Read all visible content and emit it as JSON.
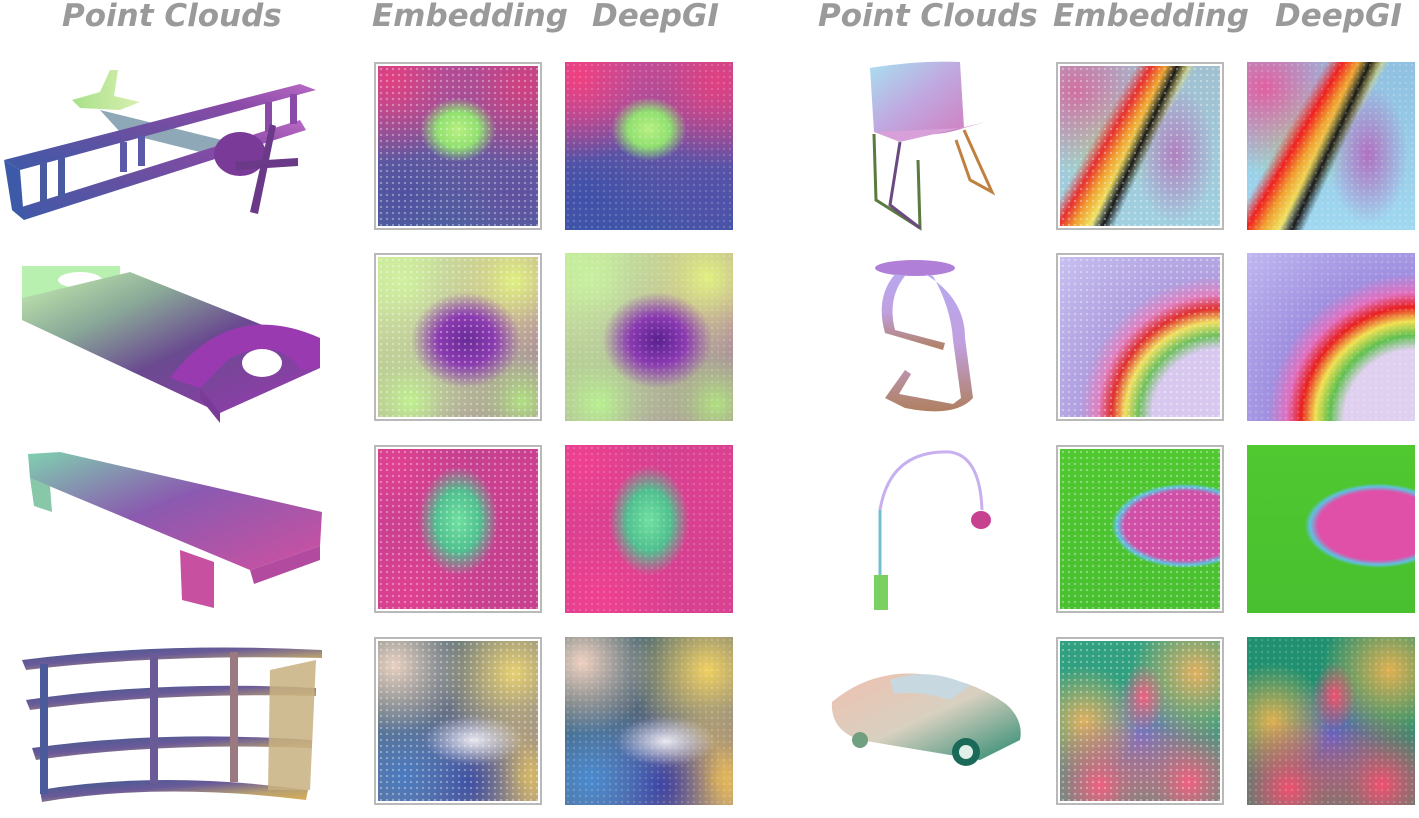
{
  "headers": {
    "left_point_clouds": "Point Clouds",
    "left_embedding": "Embedding",
    "left_deepgi": "DeepGI",
    "right_point_clouds": "Point Clouds",
    "right_embedding": "Embedding",
    "right_deepgi": "DeepGI"
  },
  "rows_left": [
    {
      "object": "airplane"
    },
    {
      "object": "bed"
    },
    {
      "object": "bench"
    },
    {
      "object": "bookshelf"
    }
  ],
  "rows_right": [
    {
      "object": "chair"
    },
    {
      "object": "stool"
    },
    {
      "object": "lamp"
    },
    {
      "object": "car"
    }
  ],
  "colors": {
    "header_text": "#9a9a9a",
    "tile_border": "#b9b9b9"
  }
}
